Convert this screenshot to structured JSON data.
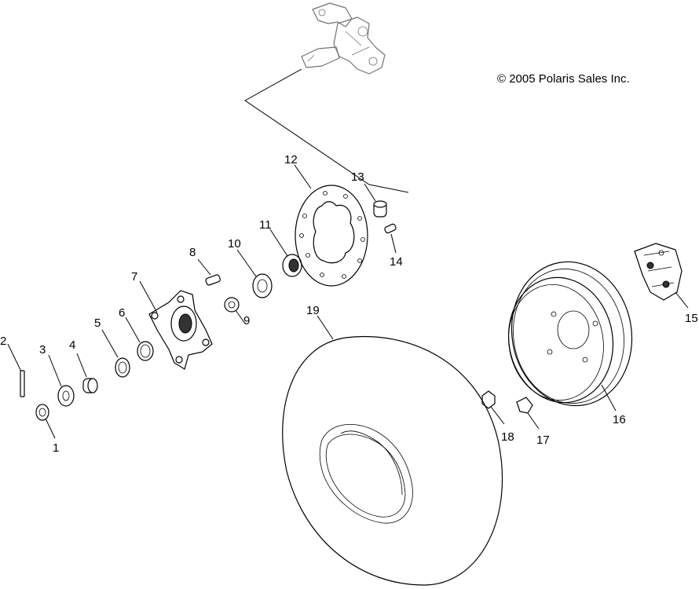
{
  "copyright": "© 2005 Polaris Sales Inc.",
  "callouts": [
    {
      "id": "1",
      "label": "1"
    },
    {
      "id": "2",
      "label": "2"
    },
    {
      "id": "3",
      "label": "3"
    },
    {
      "id": "4",
      "label": "4"
    },
    {
      "id": "5",
      "label": "5"
    },
    {
      "id": "6",
      "label": "6"
    },
    {
      "id": "7",
      "label": "7"
    },
    {
      "id": "8",
      "label": "8"
    },
    {
      "id": "9",
      "label": "9"
    },
    {
      "id": "10",
      "label": "10"
    },
    {
      "id": "11",
      "label": "11"
    },
    {
      "id": "12",
      "label": "12"
    },
    {
      "id": "13",
      "label": "13"
    },
    {
      "id": "14",
      "label": "14"
    },
    {
      "id": "15",
      "label": "15"
    },
    {
      "id": "16",
      "label": "16"
    },
    {
      "id": "17",
      "label": "17"
    },
    {
      "id": "18",
      "label": "18"
    },
    {
      "id": "19",
      "label": "19"
    }
  ]
}
